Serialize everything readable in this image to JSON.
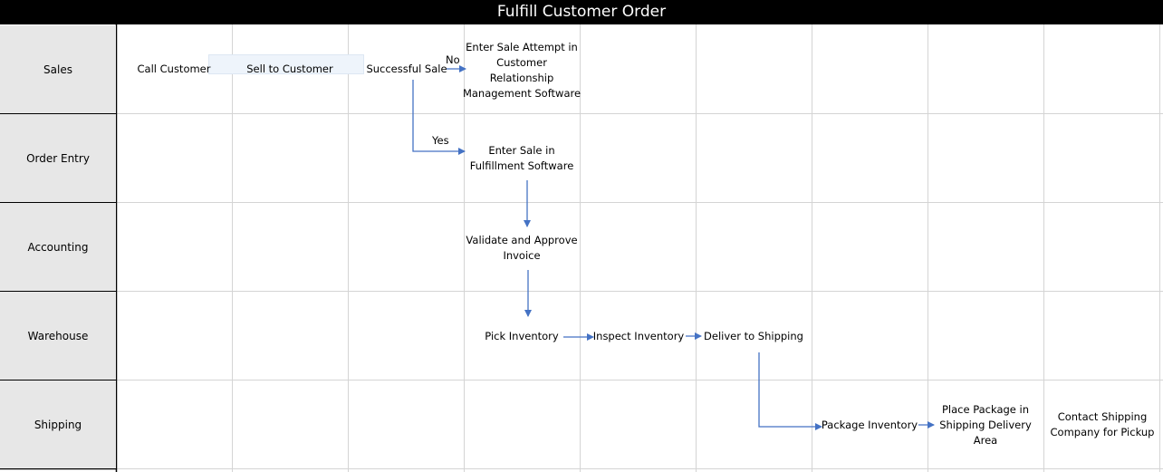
{
  "title": "Fulfill Customer Order",
  "lanes": [
    "Sales",
    "Order Entry",
    "Accounting",
    "Warehouse",
    "Shipping"
  ],
  "nodes": {
    "call_customer": "Call Customer",
    "sell_to_customer": "Sell to Customer",
    "successful_sale": "Successful Sale",
    "enter_sale_attempt_1": "Enter Sale Attempt in",
    "enter_sale_attempt_2": "Customer",
    "enter_sale_attempt_3": "Relationship",
    "enter_sale_attempt_4": "Management Software",
    "enter_sale_1": "Enter Sale in",
    "enter_sale_2": "Fulfillment Software",
    "validate_1": "Validate and Approve",
    "validate_2": "Invoice",
    "pick_inventory": "Pick Inventory",
    "inspect_inventory": "Inspect Inventory",
    "deliver_to_shipping": "Deliver to Shipping",
    "package_inventory": "Package Inventory",
    "place_package_1": "Place Package in",
    "place_package_2": "Shipping Delivery",
    "place_package_3": "Area",
    "contact_shipping_1": "Contact Shipping",
    "contact_shipping_2": "Company for Pickup"
  },
  "branch_labels": {
    "no": "No",
    "yes": "Yes"
  },
  "colors": {
    "arrow": "#4472c4",
    "grid": "#d4d4d4",
    "lane_fill": "#e7e7e7",
    "title_bg": "#000000"
  }
}
